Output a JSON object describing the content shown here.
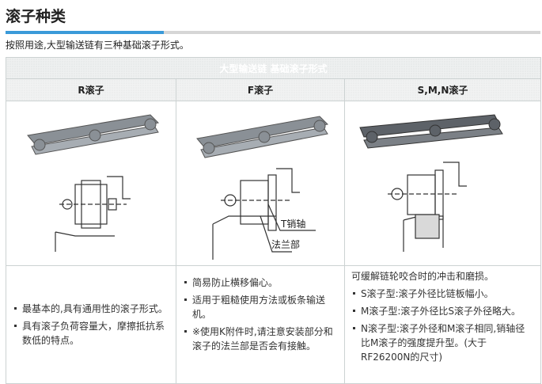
{
  "title": "滚子种类",
  "intro": "按照用途,大型输送链有三种基础滚子形式。",
  "table": {
    "header": "大型输送链 基础滚子形式",
    "columns": [
      {
        "name": "R滚子",
        "items": [
          "最基本的,具有通用性的滚子形式。",
          "具有滚子负荷容量大，摩擦抵抗系数低的特点。"
        ]
      },
      {
        "name": "F滚子",
        "labels": [
          "T销轴",
          "法兰部"
        ],
        "items": [
          "简易防止横移偏心。",
          "适用于粗糙使用方法或板条输送机。",
          "※使用K附件时,请注意安装部分和滚子的法兰部是否会有接触。"
        ]
      },
      {
        "name": "S,M,N滚子",
        "lead": "可缓解链轮咬合时的冲击和磨损。",
        "items": [
          "S滚子型:滚子外径比链板幅小。",
          "M滚子型:滚子外径比S滚子外径略大。",
          "N滚子型:滚子外径和M滚子相同,销轴径比M滚子的强度提升型。(大于RF26200N的尺寸)"
        ]
      }
    ]
  },
  "colors": {
    "accent": "#3a9ad9"
  }
}
